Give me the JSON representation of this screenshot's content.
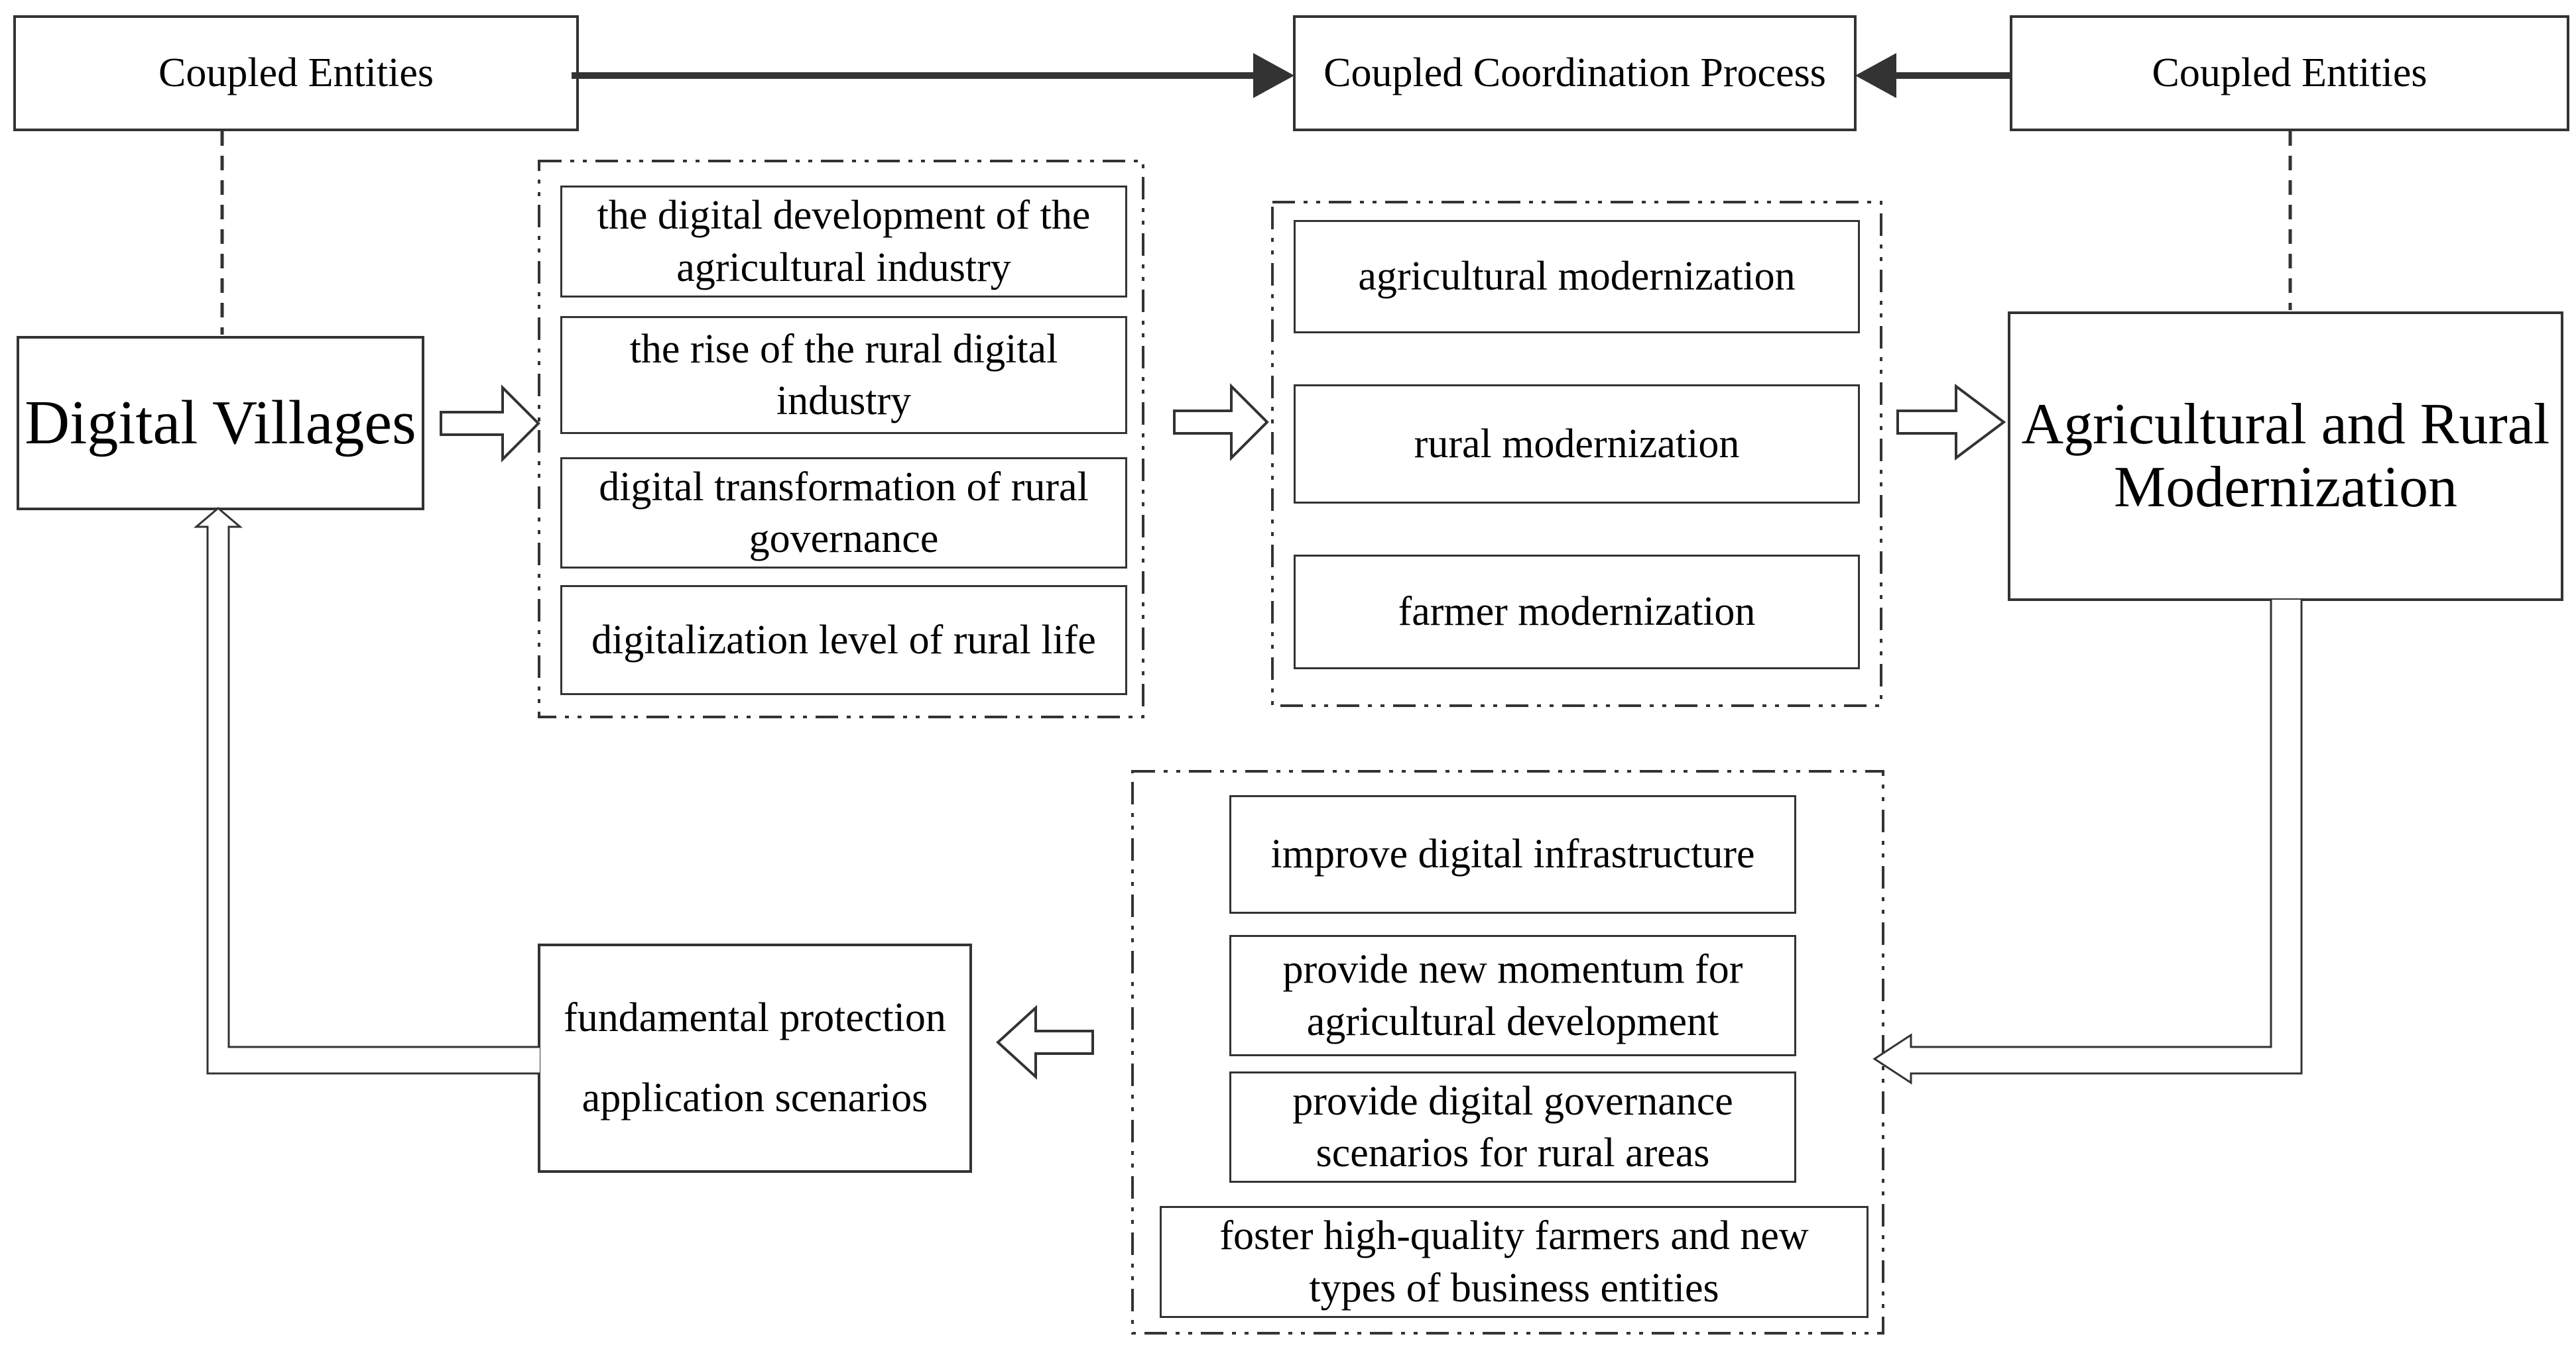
{
  "colors": {
    "line": "#333333",
    "text": "#000000",
    "background": "#ffffff"
  },
  "nodes": {
    "coupled_entities_left": "Coupled Entities",
    "coupled_coordination_process": "Coupled Coordination Process",
    "coupled_entities_right": "Coupled Entities",
    "digital_villages": "Digital Villages",
    "agricultural_and_rural_modernization": "Agricultural and Rural Modernization",
    "fundamental_protection": "fundamental protection application scenarios"
  },
  "groups": {
    "digital_village_indicators": [
      "the digital development of the agricultural industry",
      "the rise of the rural digital industry",
      "digital transformation of rural governance",
      "digitalization level of rural life"
    ],
    "modernization_components": [
      "agricultural modernization",
      "rural modernization",
      "farmer modernization"
    ],
    "support_functions": [
      "improve digital infrastructure",
      "provide new momentum for agricultural development",
      "provide digital governance scenarios for rural areas",
      "foster high-quality farmers and new types of business entities"
    ]
  }
}
